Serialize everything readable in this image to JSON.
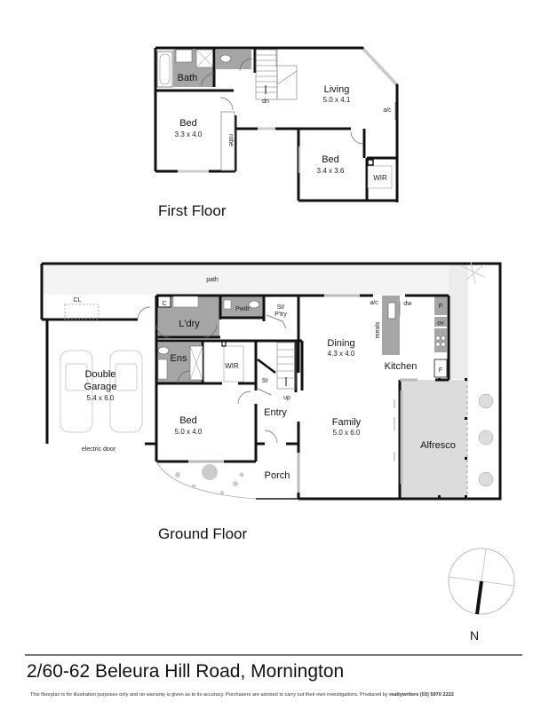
{
  "first_floor": {
    "title": "First Floor",
    "rooms": {
      "bath": {
        "name": "Bath"
      },
      "living": {
        "name": "Living",
        "dim": "5.0 x 4.1"
      },
      "bed1": {
        "name": "Bed",
        "dim": "3.3 x 4.0"
      },
      "bed2": {
        "name": "Bed",
        "dim": "3.4 x 3.6"
      },
      "wir": {
        "name": "WIR"
      }
    },
    "labels": {
      "robe": "robe",
      "dn": "dn",
      "ac": "a/c"
    }
  },
  "ground_floor": {
    "title": "Ground Floor",
    "rooms": {
      "path": {
        "name": "path"
      },
      "cl": {
        "name": "CL"
      },
      "c": {
        "name": "C"
      },
      "ldry": {
        "name": "L'dry"
      },
      "pwdr": {
        "name": "Pwdr"
      },
      "stptry": {
        "name1": "St/",
        "name2": "P'try"
      },
      "garage": {
        "name1": "Double",
        "name2": "Garage",
        "dim": "5.4 x 6.0"
      },
      "ens": {
        "name": "Ens"
      },
      "wir": {
        "name": "WIR"
      },
      "st": {
        "name": "St"
      },
      "dining": {
        "name": "Dining",
        "dim": "4.3 x 4.0"
      },
      "kitchen": {
        "name": "Kitchen"
      },
      "bed": {
        "name": "Bed",
        "dim": "5.0 x 4.0"
      },
      "entry": {
        "name": "Entry"
      },
      "family": {
        "name": "Family",
        "dim": "5.0 x 6.0"
      },
      "alfresco": {
        "name": "Alfresco"
      },
      "porch": {
        "name": "Porch"
      }
    },
    "labels": {
      "electric_door": "electric door",
      "ac": "a/c",
      "dw": "dw",
      "meals": "meals",
      "p": "P",
      "ov": "ov",
      "f": "F",
      "up": "up"
    }
  },
  "compass": {
    "label": "N"
  },
  "footer": {
    "address": "2/60-62 Beleura Hill Road, Mornington",
    "disclaimer": "This floorplan is for illustration purposes only and no warranty is given as to its accuracy. Purchasers are advised to carry out their own investigations. Produced by",
    "producer": "realtywriters (03) 5970 2222"
  },
  "colors": {
    "wall": "#111111",
    "wet_area": "#a6a6a6",
    "alfresco": "#dcdcdc",
    "path": "#f4f4f4"
  }
}
